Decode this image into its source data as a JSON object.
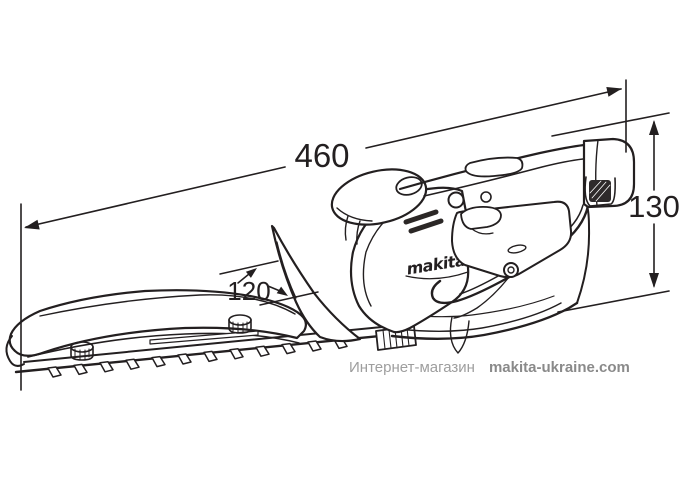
{
  "drawing": {
    "brand_label": "makita",
    "line_color": "#231f20",
    "background": "#ffffff"
  },
  "dimensions": {
    "overall_length": {
      "value": "460"
    },
    "overall_height": {
      "value": "130"
    },
    "cutting_width": {
      "value": "120"
    },
    "text_color": "#231f20"
  },
  "footer": {
    "store_label": "Интернет-магазин",
    "site_label": "makita-ukraine.com",
    "store_color": "#9e9e9e",
    "site_color": "#8a8a8a"
  }
}
